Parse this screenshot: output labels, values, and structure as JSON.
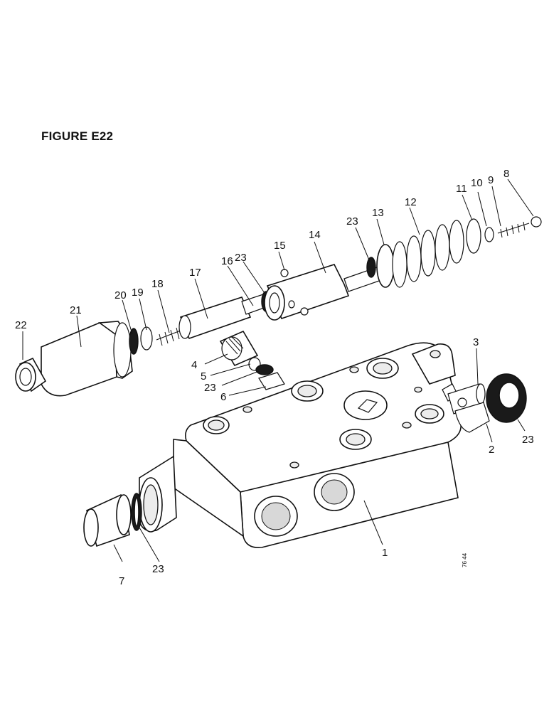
{
  "figure_title": "FIGURE E22",
  "drawing_code": "76 44",
  "callouts": [
    "1",
    "2",
    "3",
    "4",
    "5",
    "6",
    "7",
    "8",
    "9",
    "10",
    "11",
    "12",
    "13",
    "14",
    "15",
    "16",
    "17",
    "18",
    "19",
    "20",
    "21",
    "22",
    "23"
  ]
}
